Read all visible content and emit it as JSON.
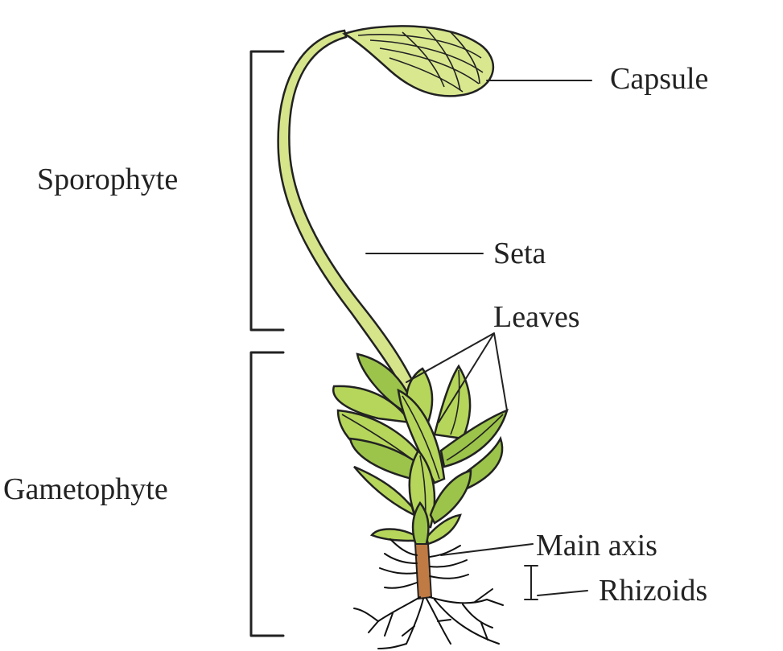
{
  "labels": {
    "sporophyte": "Sporophyte",
    "gametophyte": "Gametophyte",
    "capsule": "Capsule",
    "seta": "Seta",
    "leaves": "Leaves",
    "main_axis": "Main axis",
    "rhizoids": "Rhizoids"
  },
  "colors": {
    "leaf": "#b5d65a",
    "leaf_dark": "#9cc44a",
    "seta": "#d6e48a",
    "capsule": "#d9e88f",
    "axis": "#c07a44",
    "ink": "#222222"
  }
}
